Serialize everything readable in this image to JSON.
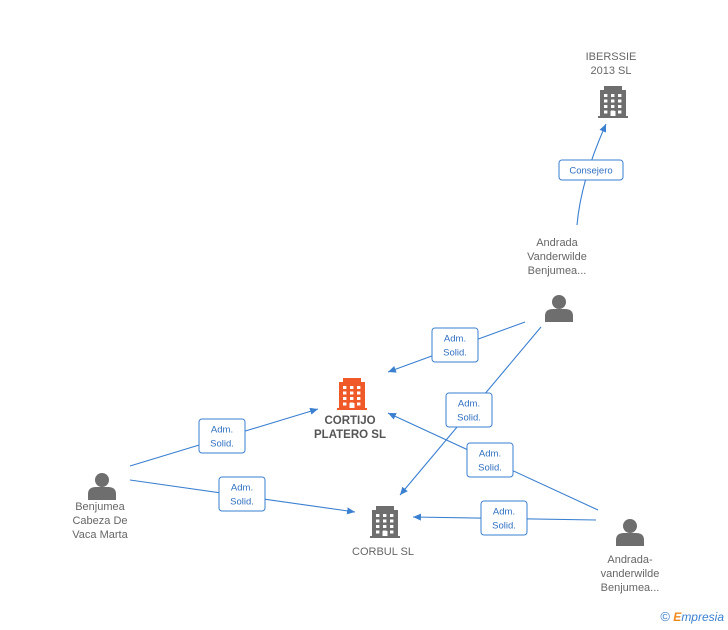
{
  "nodes": [
    {
      "id": "iberssie",
      "type": "company",
      "main": false,
      "label_lines": [
        "IBERSSIE",
        "2013  SL"
      ]
    },
    {
      "id": "andrada_vb",
      "type": "person",
      "main": false,
      "label_lines": [
        "Andrada",
        "Vanderwilde",
        "Benjumea..."
      ]
    },
    {
      "id": "cortijo",
      "type": "company",
      "main": true,
      "label_lines": [
        "CORTIJO",
        "PLATERO SL"
      ]
    },
    {
      "id": "benjumea",
      "type": "person",
      "main": false,
      "label_lines": [
        "Benjumea",
        "Cabeza De",
        "Vaca Marta"
      ]
    },
    {
      "id": "corbul",
      "type": "company",
      "main": false,
      "label_lines": [
        "CORBUL SL"
      ]
    },
    {
      "id": "andrada_v2",
      "type": "person",
      "main": false,
      "label_lines": [
        "Andrada-",
        "vanderwilde",
        "Benjumea..."
      ]
    }
  ],
  "edges": [
    {
      "from": "andrada_vb",
      "to": "iberssie",
      "label_lines": [
        "Consejero"
      ]
    },
    {
      "from": "andrada_vb",
      "to": "cortijo",
      "label_lines": [
        "Adm.",
        "Solid."
      ]
    },
    {
      "from": "andrada_vb",
      "to": "corbul",
      "label_lines": [
        "Adm.",
        "Solid."
      ]
    },
    {
      "from": "benjumea",
      "to": "cortijo",
      "label_lines": [
        "Adm.",
        "Solid."
      ]
    },
    {
      "from": "benjumea",
      "to": "corbul",
      "label_lines": [
        "Adm.",
        "Solid."
      ]
    },
    {
      "from": "andrada_v2",
      "to": "cortijo",
      "label_lines": [
        "Adm.",
        "Solid."
      ]
    },
    {
      "from": "andrada_v2",
      "to": "corbul",
      "label_lines": [
        "Adm.",
        "Solid."
      ]
    }
  ],
  "colors": {
    "edge": "#3a7fd0",
    "company": "#6e6e6e",
    "main_company": "#f05a28",
    "person": "#6e6e6e"
  },
  "icons": {
    "company": "building-icon",
    "person": "person-icon"
  },
  "footer": {
    "copyright_symbol": "©",
    "brand_first": "E",
    "brand_rest": "mpresia"
  }
}
